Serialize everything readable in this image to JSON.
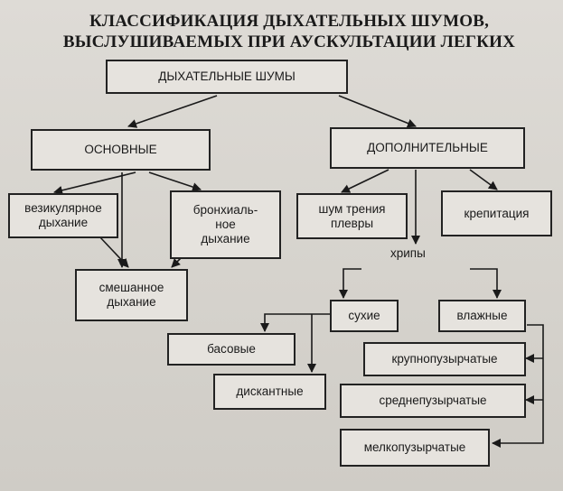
{
  "title_line1": "КЛАССИФИКАЦИЯ ДЫХАТЕЛЬНЫХ ШУМОВ,",
  "title_line2": "ВЫСЛУШИВАЕМЫХ ПРИ АУСКУЛЬТАЦИИ ЛЕГКИХ",
  "root": "ДЫХАТЕЛЬНЫЕ ШУМЫ",
  "main": "ОСНОВНЫЕ",
  "additional": "ДОПОЛНИТЕЛЬНЫЕ",
  "vesicular_l1": "везикулярное",
  "vesicular_l2": "дыхание",
  "bronchial_l1": "бронхиаль-",
  "bronchial_l2": "ное",
  "bronchial_l3": "дыхание",
  "mixed_l1": "смешанное",
  "mixed_l2": "дыхание",
  "pleural_l1": "шум трения",
  "pleural_l2": "плевры",
  "crepitation": "крепитация",
  "rales": "хрипы",
  "dry": "сухие",
  "moist": "влажные",
  "bass": "басовые",
  "treble": "дискантные",
  "large_bubble": "крупнопузырчатые",
  "medium_bubble": "среднепузырчатые",
  "small_bubble": "мелкопузырчатые"
}
